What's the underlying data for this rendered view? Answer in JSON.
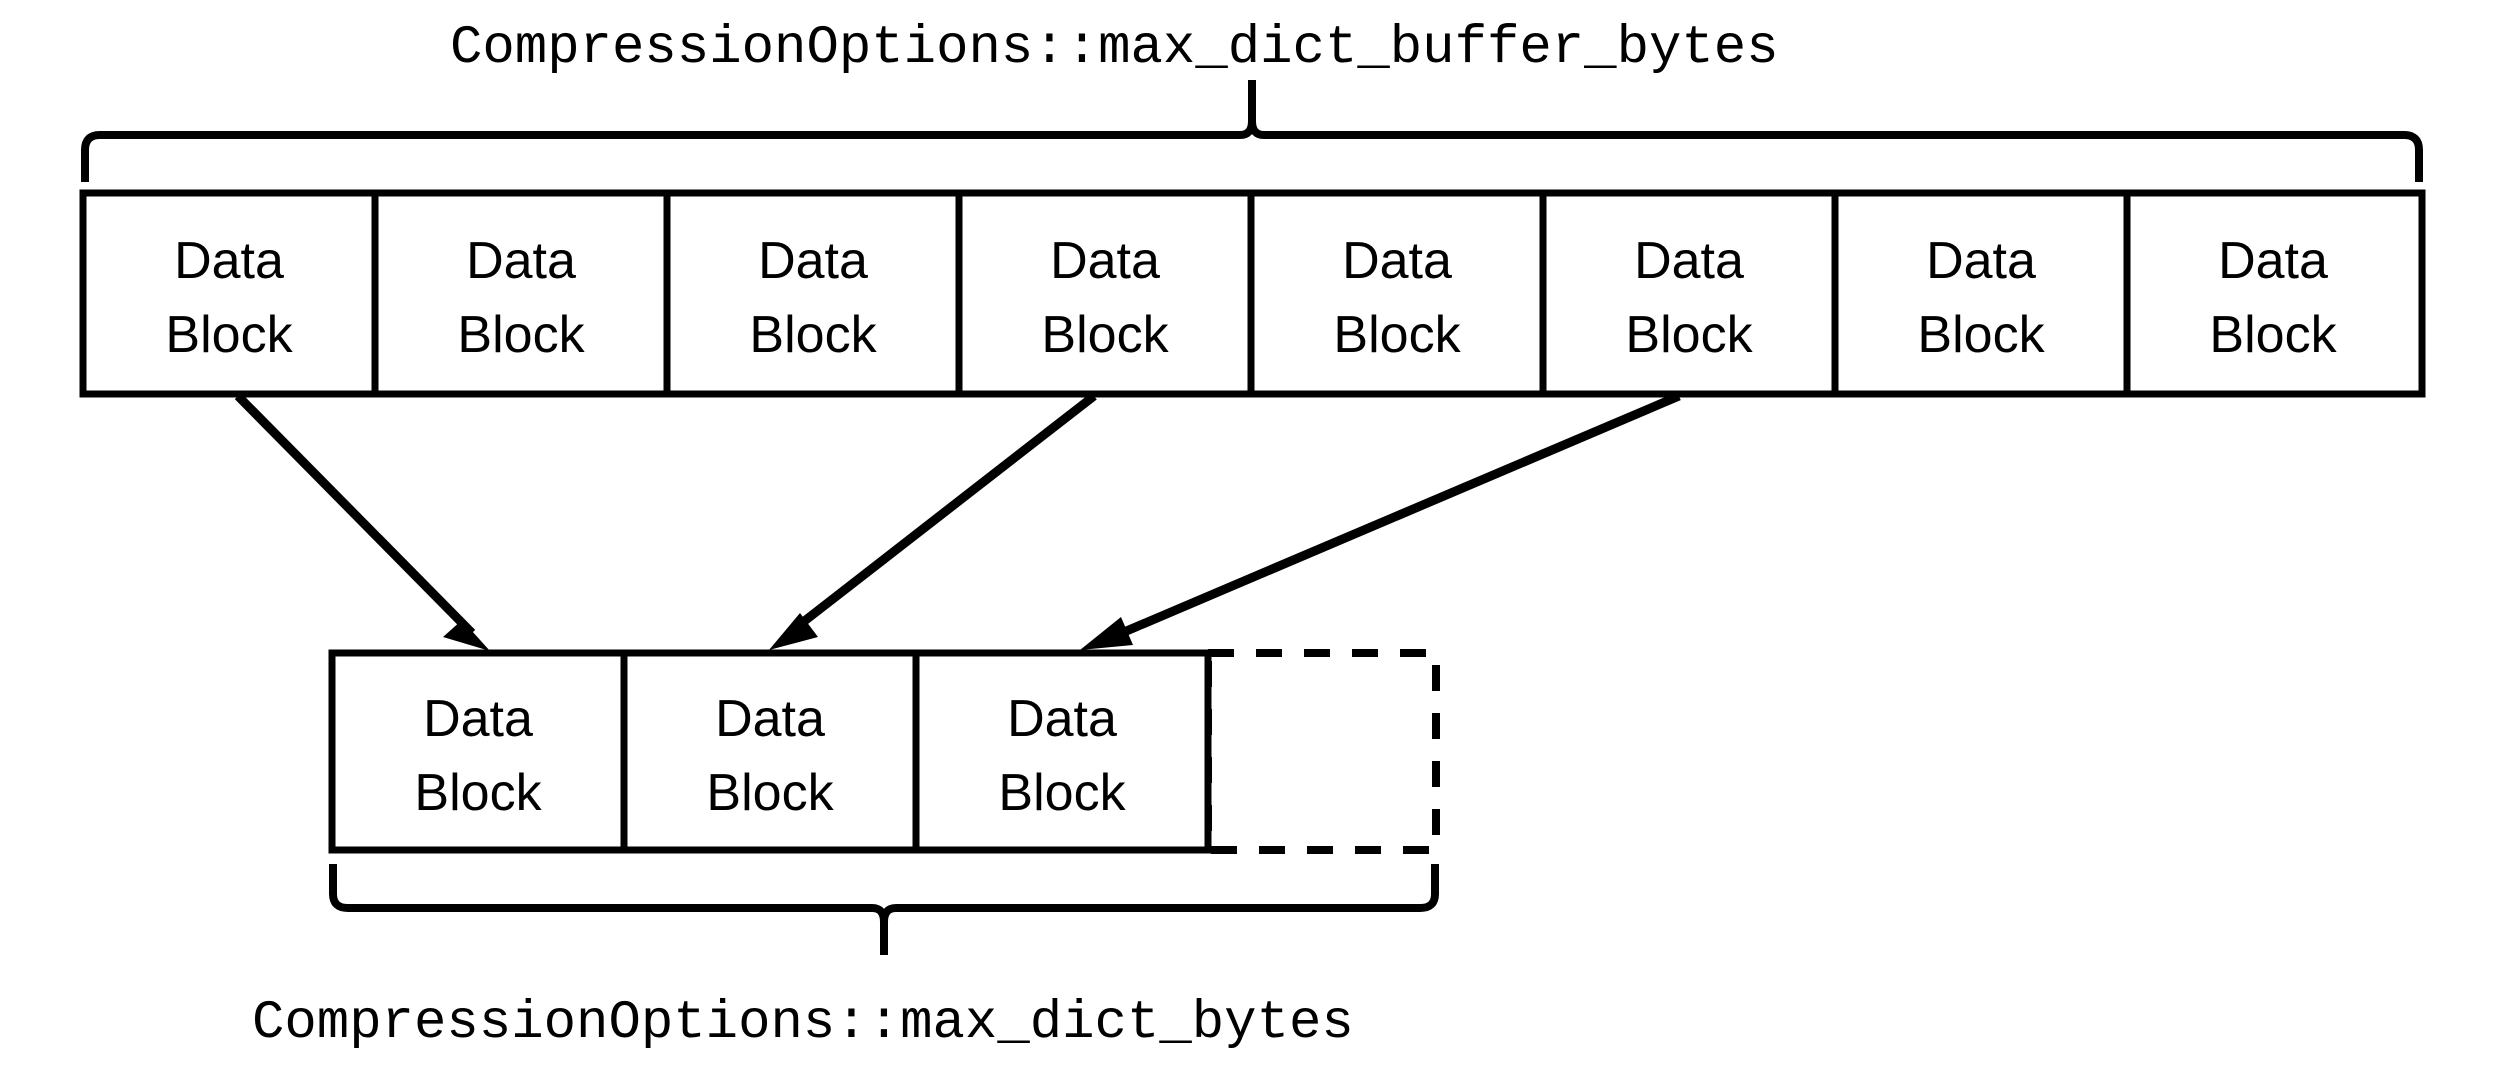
{
  "diagram": {
    "title_top": "CompressionOptions::max_dict_buffer_bytes",
    "title_bottom": "CompressionOptions::max_dict_bytes",
    "colors": {
      "stroke": "#000000",
      "background": "#ffffff"
    },
    "top_row": {
      "block_label_line1": "Data",
      "block_label_line2": "Block",
      "count": 8,
      "blocks": [
        {
          "line1": "Data",
          "line2": "Block"
        },
        {
          "line1": "Data",
          "line2": "Block"
        },
        {
          "line1": "Data",
          "line2": "Block"
        },
        {
          "line1": "Data",
          "line2": "Block"
        },
        {
          "line1": "Data",
          "line2": "Block"
        },
        {
          "line1": "Data",
          "line2": "Block"
        },
        {
          "line1": "Data",
          "line2": "Block"
        },
        {
          "line1": "Data",
          "line2": "Block"
        }
      ]
    },
    "bottom_row": {
      "count": 3,
      "blocks": [
        {
          "line1": "Data",
          "line2": "Block"
        },
        {
          "line1": "Data",
          "line2": "Block"
        },
        {
          "line1": "Data",
          "line2": "Block"
        }
      ],
      "empty_slot_label": ""
    },
    "arrows": [
      {
        "from_block": 1,
        "to_block": 1
      },
      {
        "from_block": 4,
        "to_block": 2
      },
      {
        "from_block": 6,
        "to_block": 3
      }
    ]
  }
}
